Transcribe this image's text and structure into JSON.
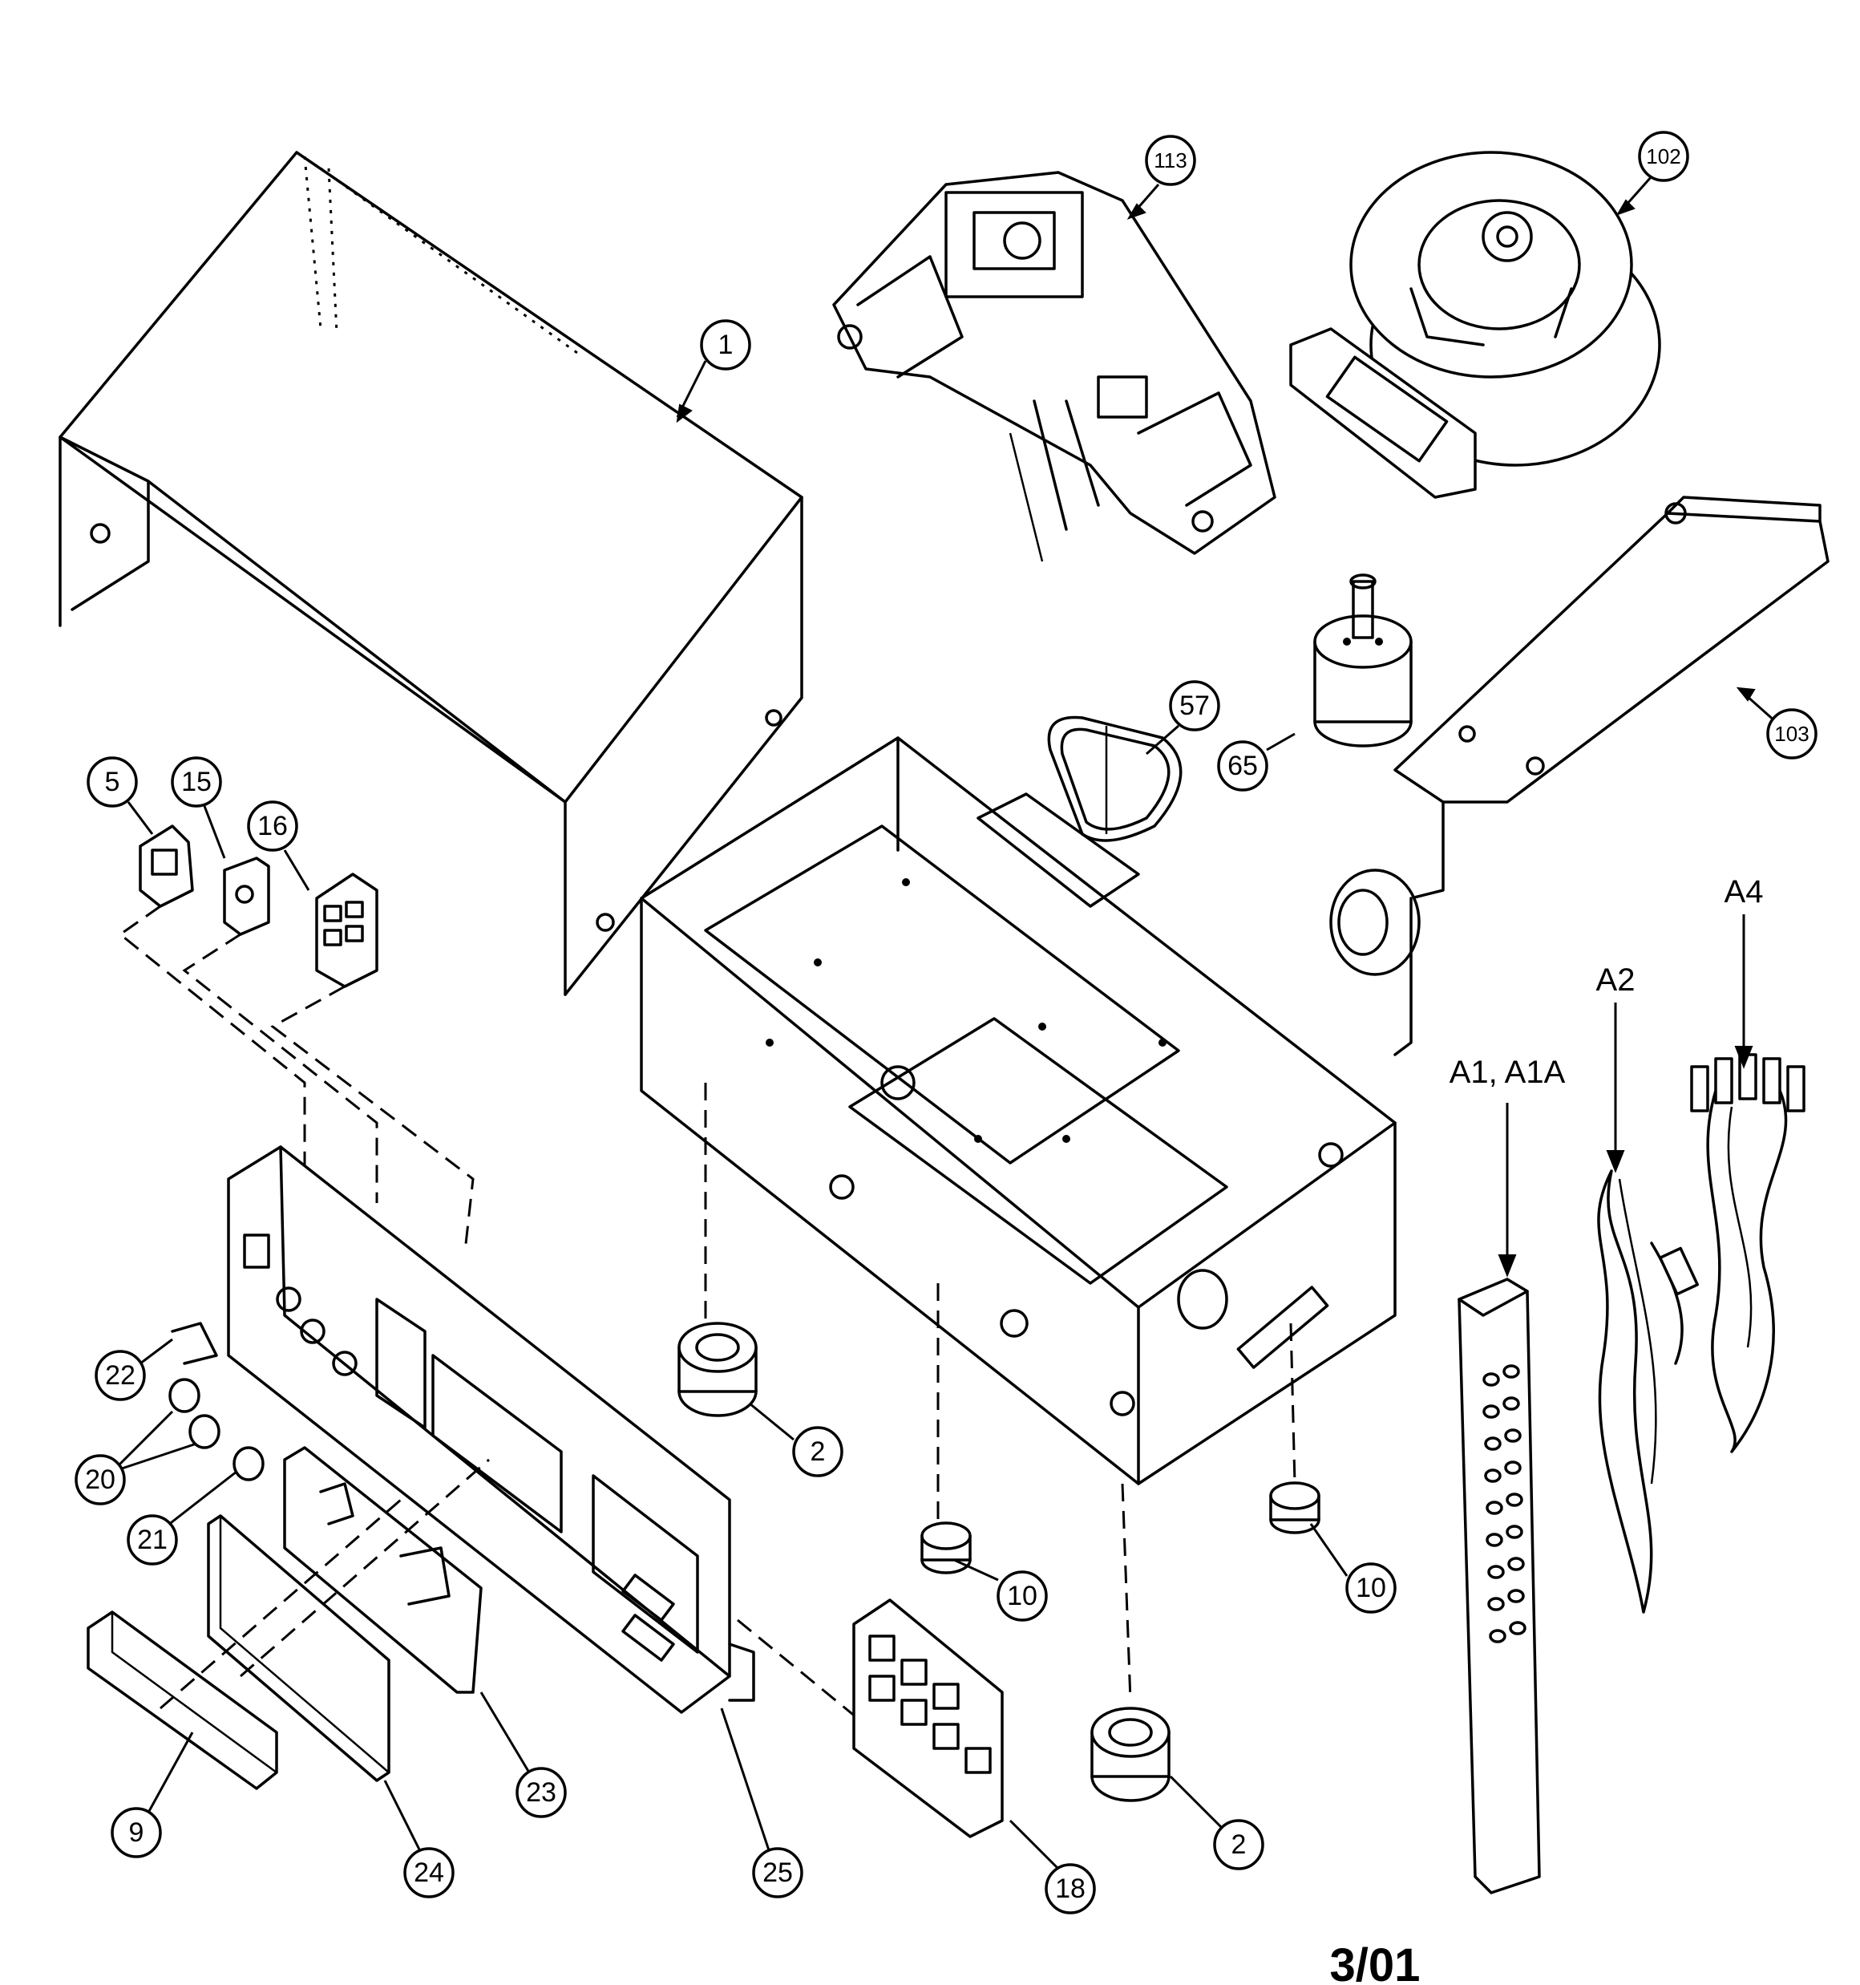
{
  "diagram": {
    "page_id": "3/01",
    "callouts": {
      "c1": "1",
      "c2a": "2",
      "c2b": "2",
      "c5": "5",
      "c9": "9",
      "c10a": "10",
      "c10b": "10",
      "c15": "15",
      "c16": "16",
      "c18": "18",
      "c20": "20",
      "c21": "21",
      "c22": "22",
      "c23": "23",
      "c24": "24",
      "c25": "25",
      "c57": "57",
      "c65": "65",
      "c102": "102",
      "c103": "103",
      "c113": "113"
    },
    "labels": {
      "a1": "A1, A1A",
      "a2": "A2",
      "a4": "A4"
    }
  }
}
